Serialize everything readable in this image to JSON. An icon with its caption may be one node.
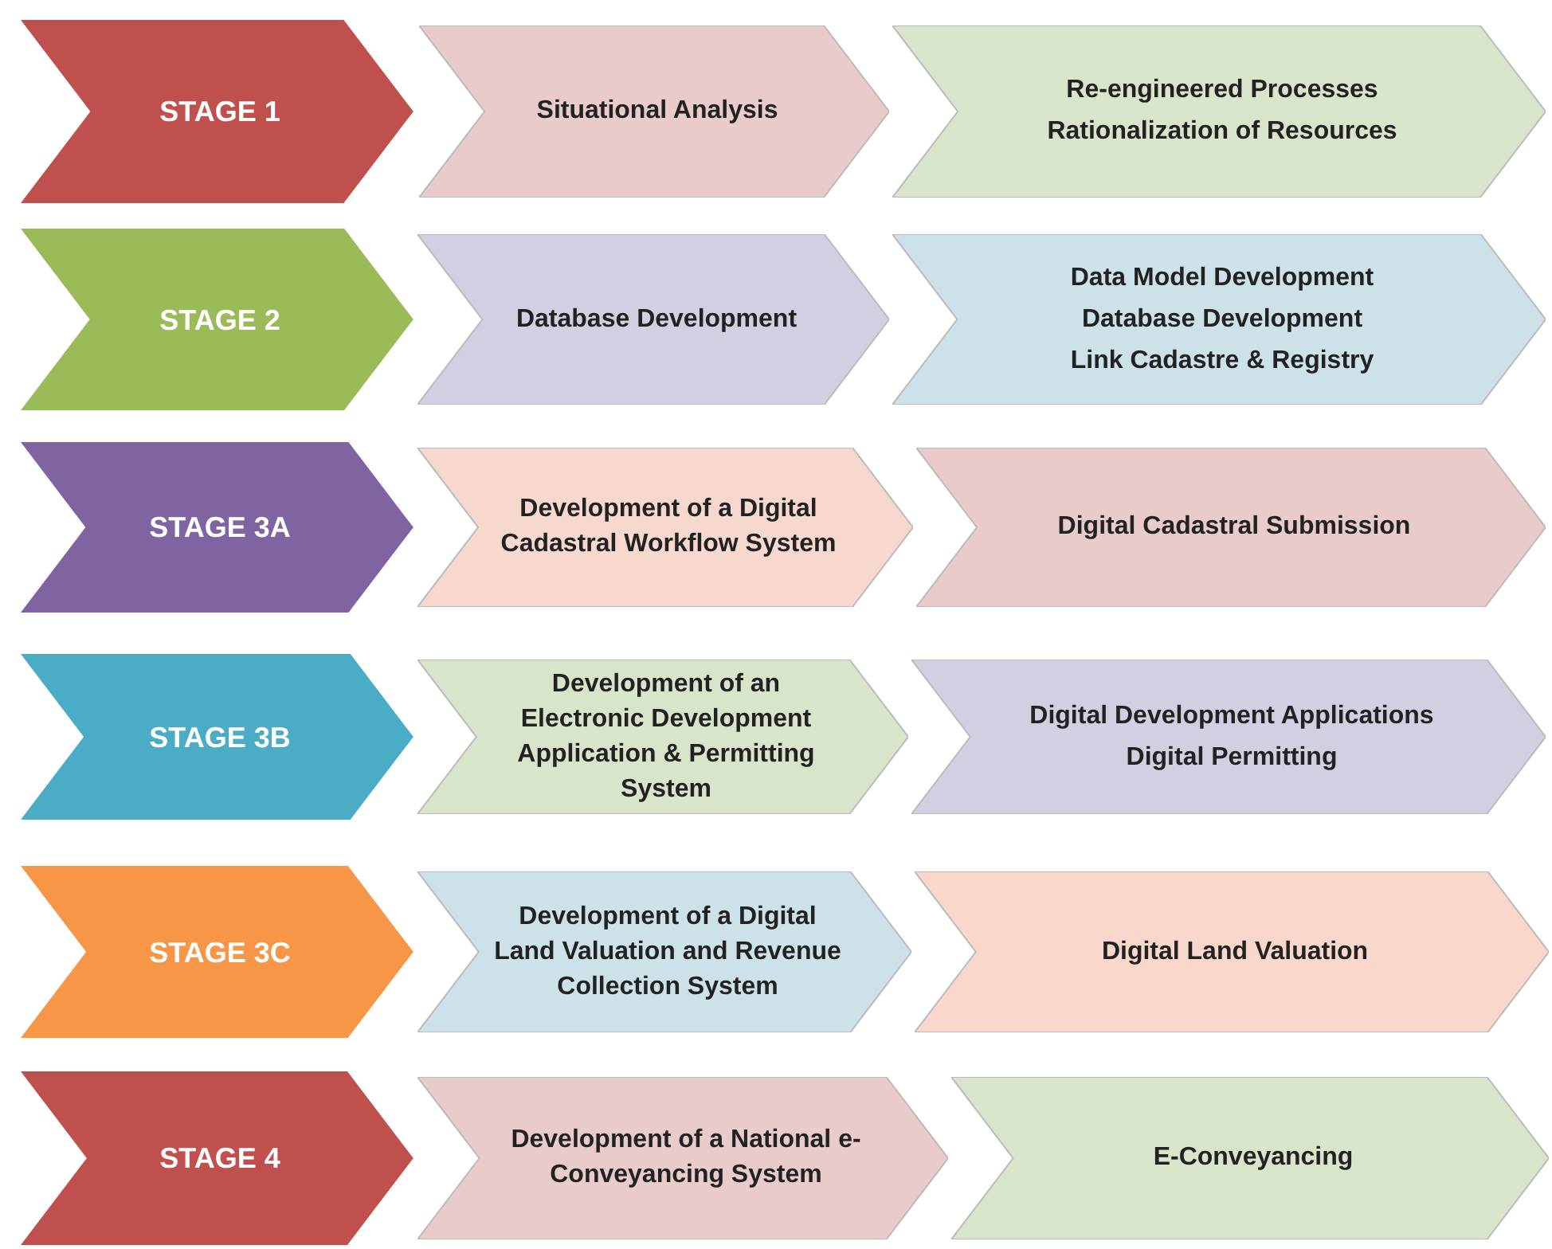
{
  "diagram": {
    "nodes": [
      {
        "text": [
          "STAGE 1"
        ]
      },
      {
        "text": [
          "Situational Analysis"
        ]
      },
      {
        "text": [
          "Re-engineered Processes",
          "Rationalization of Resources"
        ]
      },
      {
        "text": [
          "STAGE 2"
        ]
      },
      {
        "text": [
          "Database Development"
        ]
      },
      {
        "text": [
          "Data Model Development",
          "Database Development",
          "Link Cadastre & Registry"
        ]
      },
      {
        "text": [
          "STAGE 3A"
        ]
      },
      {
        "text": [
          "Development of a Digital Cadastral Workflow System"
        ]
      },
      {
        "text": [
          "Digital Cadastral Submission"
        ]
      },
      {
        "text": [
          "STAGE 3B"
        ]
      },
      {
        "text": [
          "Development of an Electronic Development Application & Permitting System"
        ]
      },
      {
        "text": [
          "Digital Development Applications",
          "Digital Permitting"
        ]
      },
      {
        "text": [
          "STAGE 3C"
        ]
      },
      {
        "text": [
          "Development of a Digital Land Valuation and Revenue Collection System"
        ]
      },
      {
        "text": [
          "Digital Land Valuation"
        ]
      },
      {
        "text": [
          "STAGE 4"
        ]
      },
      {
        "text": [
          "Development of a National e-Conveyancing System"
        ]
      },
      {
        "text": [
          "E-Conveyancing"
        ]
      }
    ]
  }
}
